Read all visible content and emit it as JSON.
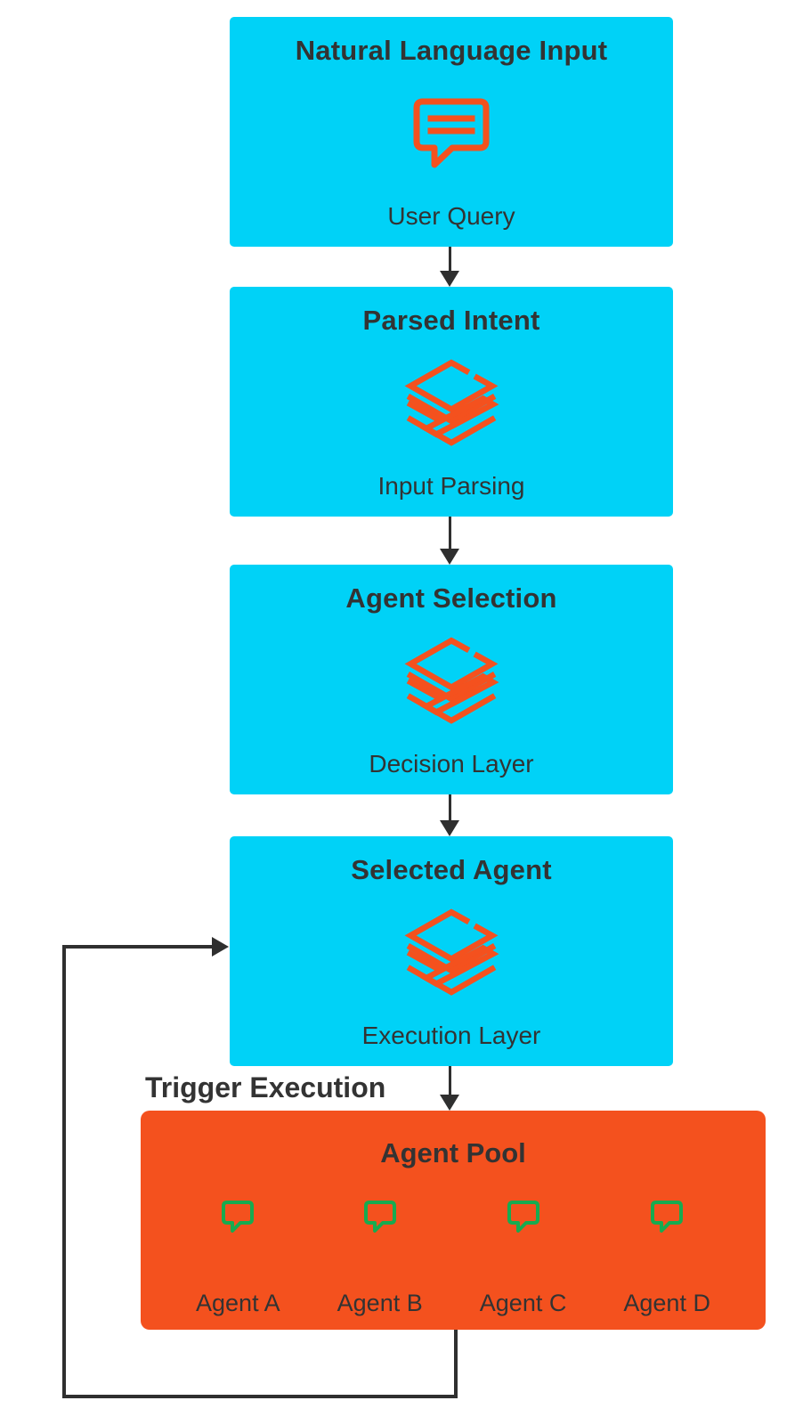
{
  "colors": {
    "node_fill": "#00d2f7",
    "pool_fill": "#f4511e",
    "icon_orange": "#f4511e",
    "icon_green": "#17ab50",
    "text_dark": "#333333",
    "line_dark": "#2f2f2f"
  },
  "nodes": [
    {
      "title": "Natural Language Input",
      "label": "User Query",
      "icon": "chat-icon"
    },
    {
      "title": "Parsed Intent",
      "label": "Input Parsing",
      "icon": "layers-icon"
    },
    {
      "title": "Agent Selection",
      "label": "Decision Layer",
      "icon": "layers-icon"
    },
    {
      "title": "Selected Agent",
      "label": "Execution Layer",
      "icon": "layers-icon"
    }
  ],
  "edge_label": "Trigger Execution",
  "pool": {
    "title": "Agent Pool",
    "agents": [
      {
        "label": "Agent A",
        "icon": "chat-bubble-icon"
      },
      {
        "label": "Agent B",
        "icon": "chat-bubble-icon"
      },
      {
        "label": "Agent C",
        "icon": "chat-bubble-icon"
      },
      {
        "label": "Agent D",
        "icon": "chat-bubble-icon"
      }
    ]
  }
}
